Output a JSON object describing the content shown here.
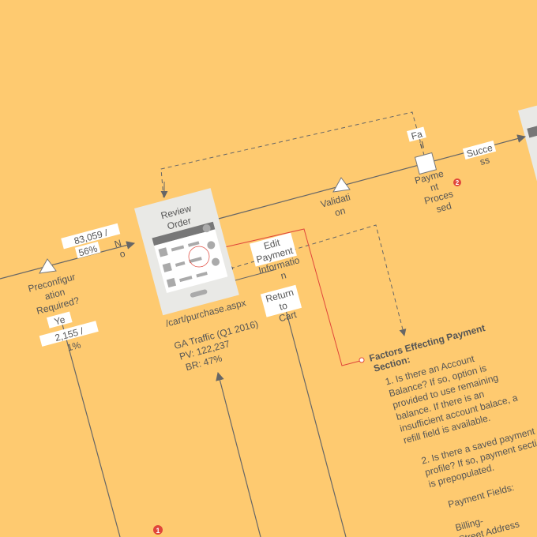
{
  "colors": {
    "background": "#FECA70",
    "line": "#666666",
    "accent": "#E0463A",
    "card": "#E9E9E6"
  },
  "left": {
    "count_no": "83,059 /",
    "pct_no": "56%",
    "no_a": "N",
    "no_b": "o",
    "decision": [
      "Preconfigur",
      "ation",
      "Required?"
    ],
    "yes": "Ye",
    "count_yes": "2,155 /",
    "pct_yes": "1%"
  },
  "card": {
    "title_1": "Review",
    "title_2": "Order",
    "url": "/cart/purchase.aspx",
    "traffic": "GA Traffic (Q1 2016)",
    "pv": "PV: 122,237",
    "br": "BR: 47%"
  },
  "flow": {
    "validation": [
      "Validati",
      "on"
    ],
    "fail": [
      "Fa",
      "il"
    ],
    "payment": [
      "Payme",
      "nt",
      "Proces",
      "sed"
    ],
    "success": [
      "Succe",
      "ss"
    ],
    "edit": [
      "Edit",
      "Payment",
      "Informatio",
      "n"
    ],
    "return": [
      "Return",
      "to",
      "Cart"
    ],
    "badge_1": "1",
    "badge_2": "2"
  },
  "note": {
    "title": [
      "Factors Effecting Payment",
      "Section:"
    ],
    "body": [
      "1. Is there an Account",
      "Balance? If so, option is",
      "provided to use remaining",
      "balance. If there is an",
      "insufficient account balace, a",
      "refill field is available.",
      "",
      "2. Is there a saved payment",
      "profile? If so, payment section",
      "is prepopulated.",
      "",
      "Payment Fields:",
      "",
      "Billing-",
      "Street Address"
    ]
  }
}
